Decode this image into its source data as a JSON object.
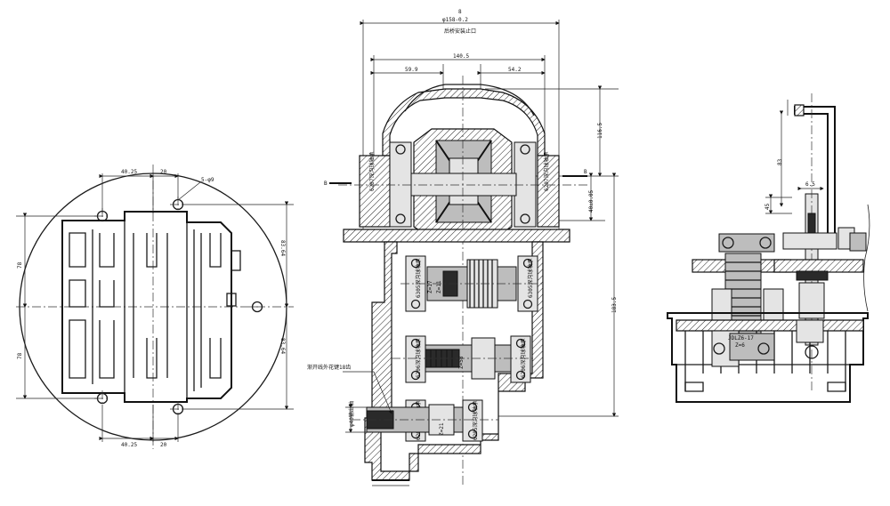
{
  "front_view": {
    "dim_top_left": "40.25",
    "dim_top_right": "20",
    "dim_hole_note": "5-φ9",
    "dim_bottom_left": "40.25",
    "dim_bottom_right": "20",
    "dim_left_upper": "78",
    "dim_left_lower": "78",
    "dim_right_upper": "83.64",
    "dim_right_lower": "83.64"
  },
  "section_view": {
    "dim_overall_top": "8",
    "dim_diameter": "φ158-0.2",
    "dim_diameter_note": "后桥安装止口",
    "dim_center_span": "140.5",
    "dim_left_offset": "59.9",
    "dim_right_offset": "54.2",
    "dim_right_height": "116.5",
    "dim_right_small": "40±0.05",
    "dim_right_total": "183.5",
    "section_mark_left": "B",
    "section_mark_right": "B",
    "callout_spline": "渐开线外花键18齿",
    "shaft_note": "φ40输出轴",
    "bearing_labels": [
      "6207深沟球轴承",
      "6207深沟球轴承",
      "6305深沟球轴承",
      "6305深沟球轴承",
      "6206深沟球轴承",
      "6206深沟球轴承",
      "6205深沟球轴承",
      "6205深沟球轴承"
    ],
    "gear_labels": [
      "Z=17",
      "Z=11",
      "Z=58",
      "Z=21"
    ]
  },
  "side_view": {
    "dim_vertical": "83",
    "dim_small": "6.5",
    "dim_left": "45",
    "part_label": "JDLZ6-17",
    "part_sub": "Z=6"
  }
}
